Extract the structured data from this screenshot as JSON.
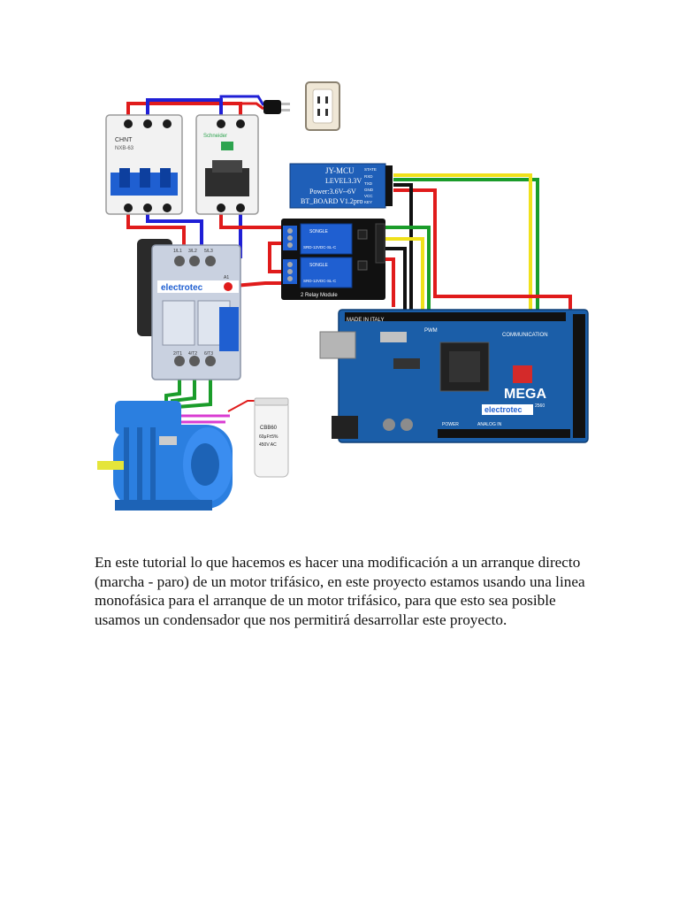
{
  "document": {
    "paragraph": "En este tutorial lo que hacemos es hacer una modificación a un arranque directo (marcha - paro) de un motor trifásico, en este proyecto estamos usando una linea monofásica para el arranque de un motor trifásico, para que esto sea posible usamos un condensador que nos permitirá desarrollar este proyecto."
  },
  "diagram": {
    "bluetooth_module": {
      "line1": "JY-MCU",
      "line2": "LEVEL3.3V",
      "line3": "Power:3.6V--6V",
      "line4": "BT_BOARD V1.2pro",
      "pins": [
        "STATE",
        "RXD",
        "TXD",
        "GND",
        "VCC",
        "KEY"
      ]
    },
    "relay_module": {
      "caption": "2 Relay Module",
      "relay_label_top": "SRD-12VDC-SL-C",
      "relay_label_bottom": "SRD-12VDC-SL-C",
      "relay_brand": "SONGLE"
    },
    "contactor": {
      "brand": "electrotec",
      "top_terminals": [
        "1/L1",
        "3/L2",
        "5/L3"
      ],
      "bottom_terminals": [
        "2/T1",
        "4/T2",
        "6/T3"
      ],
      "coil": "A1"
    },
    "arduino": {
      "made_in": "MADE\nIN ITALY",
      "model": "MEGA",
      "brand": "electrotec",
      "chip": "2560",
      "section_comm": "COMMUNICATION",
      "section_pwm": "PWM",
      "section_analog": "ANALOG IN",
      "section_power": "POWER"
    },
    "capacitor": {
      "label_top": "CBB60",
      "label_mid": "60μF±5%",
      "label_bot": "450V AC"
    },
    "breaker_left": {
      "brand": "CHNT",
      "model": "NXB-63"
    },
    "breaker_right": {
      "brand": "Schneider"
    },
    "colors": {
      "red_wire": "#e01b1b",
      "blue_wire": "#1f1fd6",
      "green_wire": "#1a9c2a",
      "yellow_wire": "#f0e11a",
      "black_wire": "#111111",
      "pink_wire": "#d93cd2",
      "board_blue": "#1b5ea8",
      "motor_blue": "#2b7fe0"
    }
  }
}
